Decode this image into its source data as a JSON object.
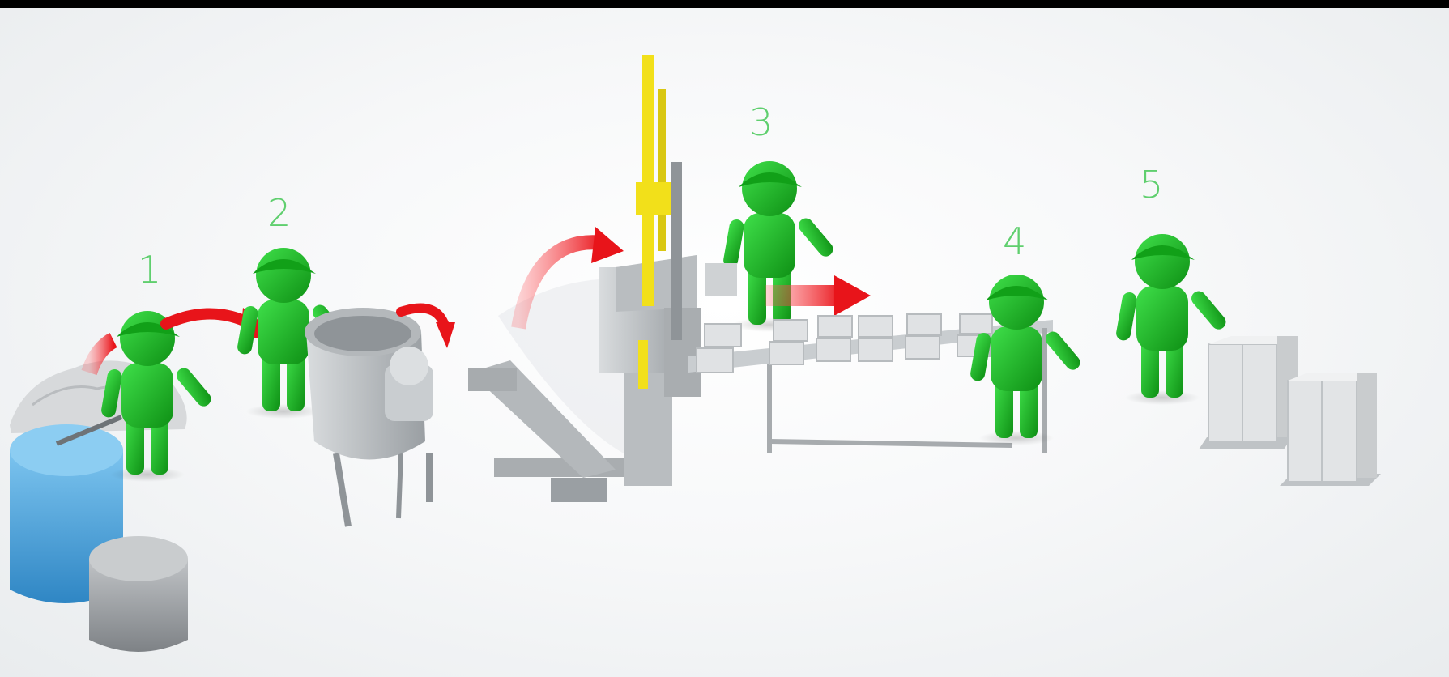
{
  "steps": [
    {
      "number": "1"
    },
    {
      "number": "2"
    },
    {
      "number": "3"
    },
    {
      "number": "4"
    },
    {
      "number": "5"
    }
  ],
  "colors": {
    "worker": "#19b81f",
    "worker_dark": "#0d8a12",
    "step_number": "#5fcf6e",
    "arrow": "#e8141a",
    "machine": "#c9cdd0",
    "machine_dark": "#8f9498",
    "crane": "#f2e01a",
    "water_drum": "#4aa3d8",
    "cement_drum": "#9da1a4",
    "gravel": "#d7d9db"
  },
  "icons": [
    "worker-icon",
    "mixer-icon",
    "press-machine-icon",
    "conveyor-icon",
    "brick-stack-icon",
    "arrow-icon"
  ]
}
